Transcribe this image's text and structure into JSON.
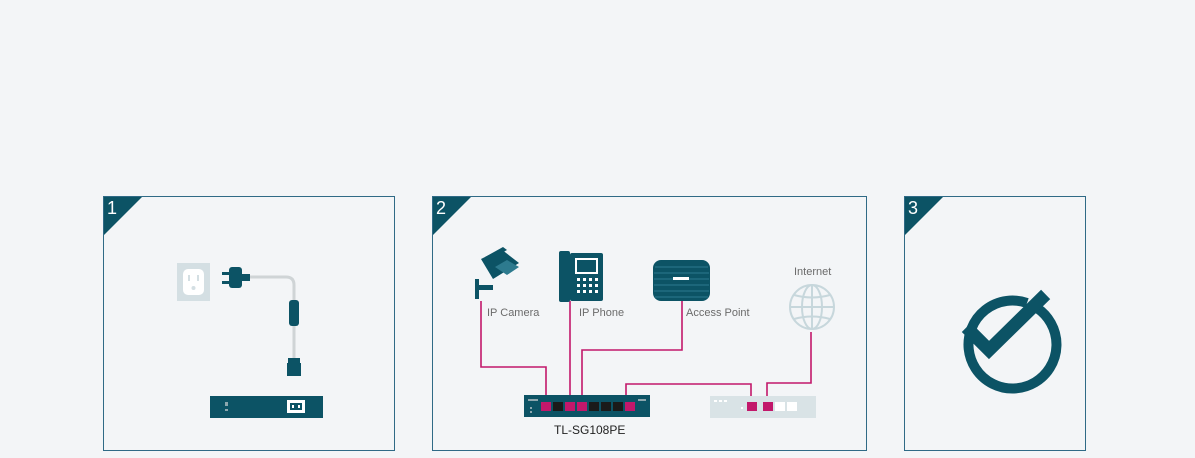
{
  "steps": [
    {
      "number": "1"
    },
    {
      "number": "2"
    },
    {
      "number": "3"
    }
  ],
  "diagram": {
    "devices": {
      "ip_camera": "IP Camera",
      "ip_phone": "IP Phone",
      "access_point": "Access Point",
      "internet": "Internet"
    },
    "switch_model": "TL-SG108PE"
  },
  "colors": {
    "accent": "#0c5365",
    "cable": "#c2186b",
    "border": "#2f6a86",
    "background": "#f3f5f7"
  }
}
